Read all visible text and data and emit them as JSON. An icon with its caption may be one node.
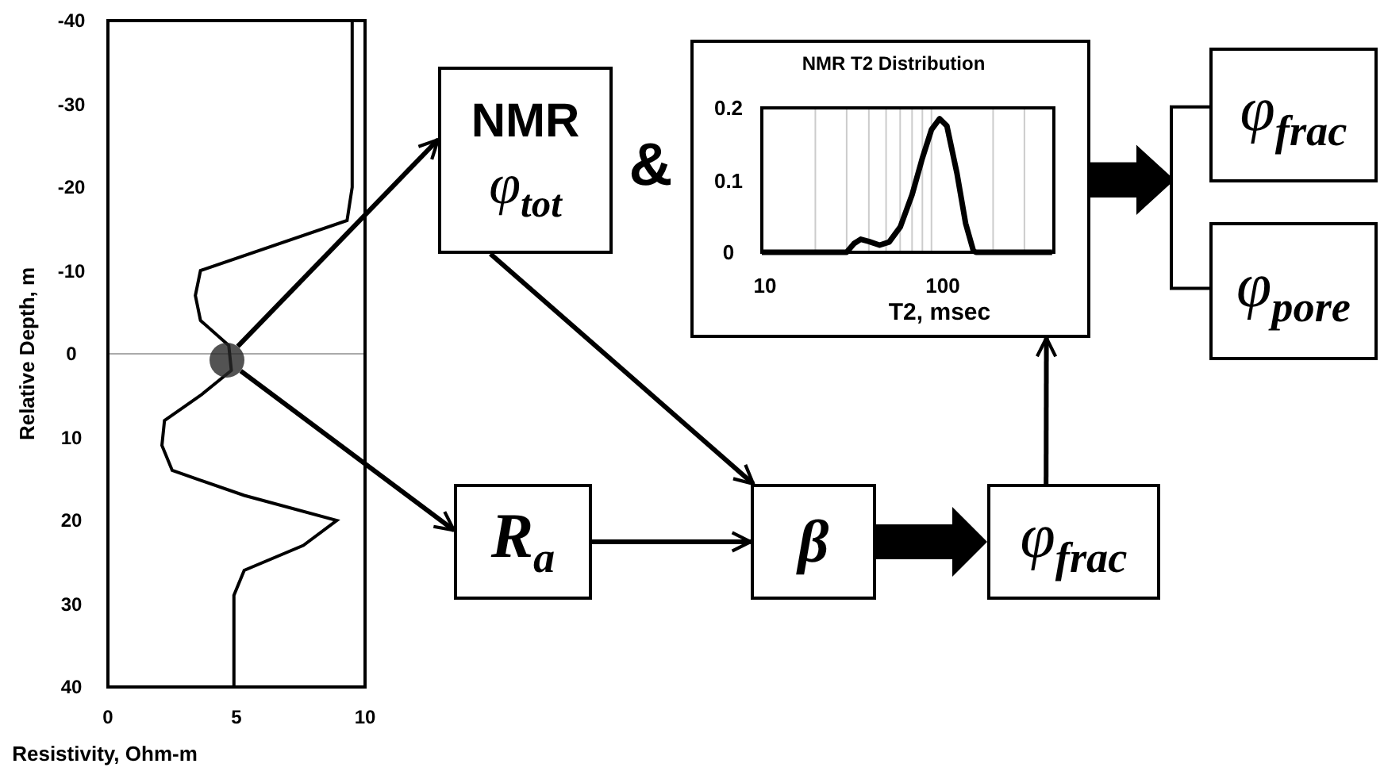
{
  "diagram": {
    "nodes": [
      {
        "text": [],
        "shape": "circle"
      },
      {
        "text": [
          "NMR",
          "φ$_{tot}$"
        ]
      },
      {
        "text": [
          "NMR T2 Distribution",
          "0.2",
          "0.1",
          "0",
          "10",
          "100",
          "T2, msec"
        ]
      },
      {
        "text": [
          "φ$_{frac}$"
        ]
      },
      {
        "text": [
          "φ$_{pore}$"
        ]
      },
      {
        "text": [
          "R$_{a}$"
        ]
      },
      {
        "text": [
          "β"
        ]
      },
      {
        "text": [
          "φ$_{frac}$"
        ]
      }
    ],
    "edges": [
      {
        "from": 0,
        "to": 1,
        "arrow": "to"
      },
      {
        "from": 0,
        "to": 5,
        "arrow": "to"
      },
      {
        "from": 1,
        "to": 6,
        "arrow": "to"
      },
      {
        "from": 5,
        "to": 6,
        "arrow": "to"
      },
      {
        "from": 6,
        "to": 7,
        "arrow": "to",
        "style": "thick"
      },
      {
        "from": 7,
        "to": 2,
        "arrow": "to"
      },
      {
        "from": 2,
        "to": 3,
        "arrow": "to",
        "style": "thick"
      },
      {
        "from": 2,
        "to": 4,
        "arrow": "to",
        "style": "thick"
      }
    ],
    "labels": [
      "&"
    ],
    "chart_data": {
      "type": "line",
      "xlabel": "Resistivity, Ohm-m",
      "ylabel": "Relative Depth, m",
      "x": [
        9.5,
        9.5,
        9.3,
        3.6,
        3.4,
        3.6,
        4.7,
        4.8,
        3.6,
        2.2,
        2.1,
        2.5,
        5.3,
        8.9,
        7.6,
        5.3,
        4.9,
        4.9
      ],
      "series": [
        {
          "color": "#000000",
          "values": [
            -40,
            -20,
            -16,
            -10,
            -7,
            -4,
            -1,
            2,
            5,
            8,
            11,
            14,
            17,
            20,
            23,
            26,
            29,
            40
          ]
        }
      ],
      "xlim": [
        0,
        10
      ],
      "ylim": [
        40,
        -40
      ],
      "xticks": [
        0,
        5,
        10
      ],
      "yticks": [
        -40,
        -30,
        -20,
        -10,
        0,
        10,
        20,
        30,
        40
      ]
    }
  }
}
